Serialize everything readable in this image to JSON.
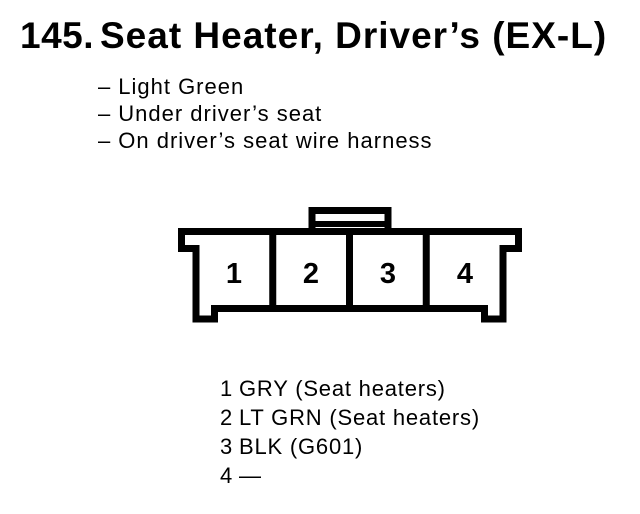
{
  "colors": {
    "background": "#ffffff",
    "ink": "#000000"
  },
  "title": {
    "number": "145.",
    "text": "Seat Heater, Driver’s (EX-L)"
  },
  "notes": {
    "dash": "–",
    "items": [
      "Light Green",
      "Under driver’s seat",
      "On driver’s seat wire harness"
    ]
  },
  "connector": {
    "pins": [
      "1",
      "2",
      "3",
      "4"
    ]
  },
  "pin_list": [
    {
      "pin": "1",
      "desc": "GRY (Seat heaters)"
    },
    {
      "pin": "2",
      "desc": "LT GRN (Seat heaters)"
    },
    {
      "pin": "3",
      "desc": "BLK (G601)"
    },
    {
      "pin": "4",
      "desc": "—"
    }
  ]
}
